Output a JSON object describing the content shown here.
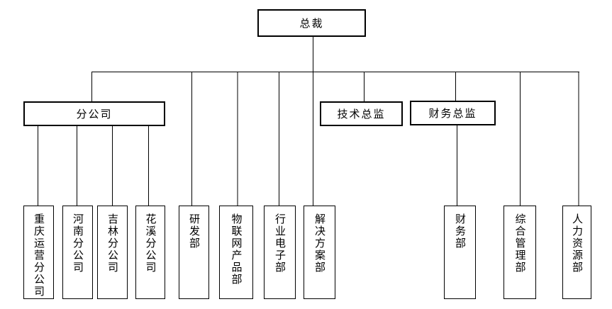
{
  "chart": {
    "type": "org-chart",
    "title": "总裁",
    "background_color": "#ffffff",
    "line_color": "#000000",
    "alt_line_color": "#808080",
    "nodes": {
      "president": {
        "label": "总裁",
        "level": 1
      },
      "branch": {
        "label": "分公司",
        "level": 2
      },
      "tech_director": {
        "label": "技术总监",
        "level": 2
      },
      "finance_director": {
        "label": "财务总监",
        "level": 2
      },
      "chongqing": {
        "label": "重庆运营分公司",
        "level": 3
      },
      "henan": {
        "label": "河南分公司",
        "level": 3
      },
      "jilin": {
        "label": "吉林分公司",
        "level": 3
      },
      "huaxi": {
        "label": "花溪分公司",
        "level": 3
      },
      "rnd": {
        "label": "研发部",
        "level": 3
      },
      "iot": {
        "label": "物联网产品部",
        "level": 3
      },
      "industry": {
        "label": "行业电子部",
        "level": 3
      },
      "solutions": {
        "label": "解决方案部",
        "level": 3
      },
      "finance_dept": {
        "label": "财务部",
        "level": 3
      },
      "general_mgmt": {
        "label": "综合管理部",
        "level": 3
      },
      "hr": {
        "label": "人力资源部",
        "level": 3
      }
    },
    "hierarchy": [
      {
        "parent": "总裁",
        "children": [
          "分公司",
          "研发部",
          "物联网产品部",
          "行业电子部",
          "解决方案部",
          "技术总监",
          "财务总监",
          "综合管理部",
          "人力资源部"
        ]
      },
      {
        "parent": "分公司",
        "children": [
          "重庆运营分公司",
          "河南分公司",
          "吉林分公司",
          "花溪分公司"
        ]
      },
      {
        "parent": "财务总监",
        "children": [
          "财务部"
        ]
      }
    ]
  }
}
